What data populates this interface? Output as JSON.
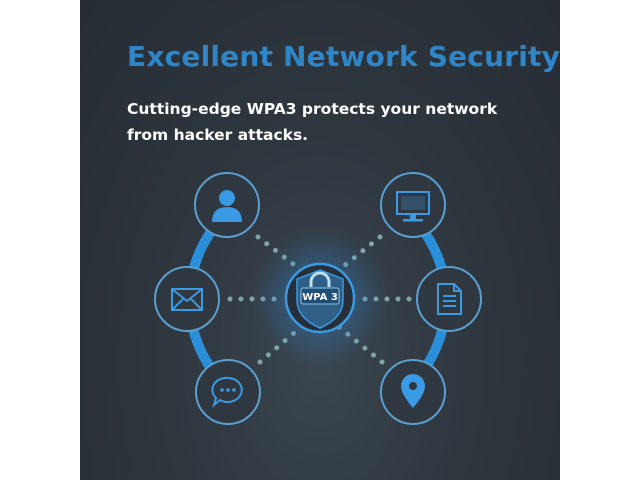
{
  "banner": {
    "title": "Excellent Network Security",
    "subtitle": "Cutting-edge WPA3 protects your network from hacker attacks."
  },
  "center": {
    "badge_label": "WPA 3",
    "icon": "shield-lock-icon"
  },
  "nodes": [
    {
      "icon": "user-icon"
    },
    {
      "icon": "mail-icon"
    },
    {
      "icon": "chat-icon"
    },
    {
      "icon": "monitor-icon"
    },
    {
      "icon": "document-icon"
    },
    {
      "icon": "location-pin-icon"
    }
  ],
  "colors": {
    "title": "#2e86c9",
    "ring": "#2a8fd8",
    "node_border": "#5a9fd0",
    "node_fill": "#2f3841",
    "icon": "#3a9ae3",
    "dots": "#7fa6a8",
    "glow": "#3fa0f0"
  }
}
